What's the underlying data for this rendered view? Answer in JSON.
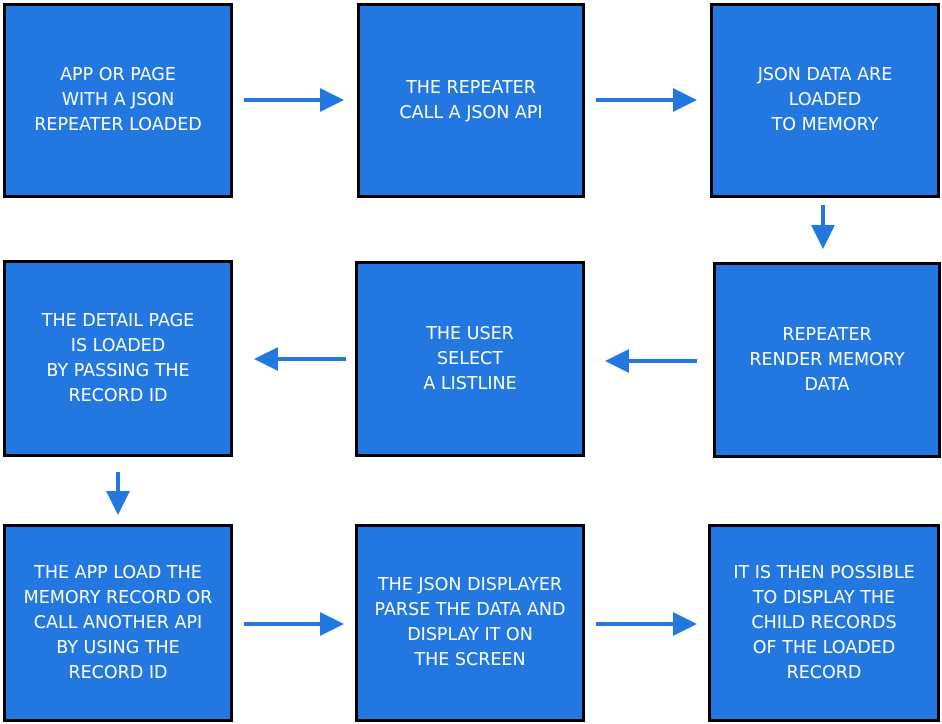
{
  "colors": {
    "box_fill": "#2278e0",
    "box_border": "#000000",
    "arrow": "#2278e0",
    "text": "#ffffff"
  },
  "steps": [
    {
      "text": "APP OR PAGE\nWITH A JSON\nREPEATER LOADED"
    },
    {
      "text": "THE REPEATER\nCALL A JSON API"
    },
    {
      "text": "JSON DATA ARE\nLOADED\nTO MEMORY"
    },
    {
      "text": "THE DETAIL PAGE\nIS LOADED\nBY PASSING THE\nRECORD ID"
    },
    {
      "text": "THE USER\nSELECT\nA LISTLINE"
    },
    {
      "text": "REPEATER\nRENDER MEMORY\nDATA"
    },
    {
      "text": "THE APP LOAD THE\nMEMORY RECORD OR\nCALL ANOTHER API\nBY USING THE\nRECORD ID"
    },
    {
      "text": "THE JSON DISPLAYER\nPARSE THE DATA AND\nDISPLAY IT ON\nTHE SCREEN"
    },
    {
      "text": "IT IS THEN POSSIBLE\nTO DISPLAY THE\nCHILD RECORDS\nOF THE LOADED\nRECORD"
    }
  ]
}
